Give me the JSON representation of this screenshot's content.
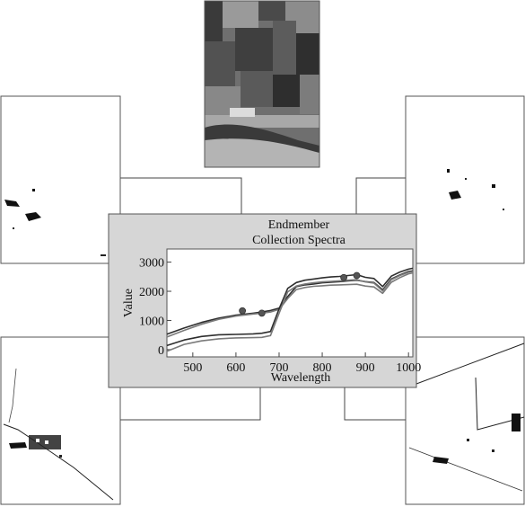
{
  "figure": {
    "title_line1": "Endmember",
    "title_line2": "Collection Spectra"
  },
  "colors": {
    "plot_panel_bg": "#d6d6d6",
    "curve_dark": "#2e2e2e",
    "curve_gray": "#7a7a7a",
    "marker": "#555555",
    "leader_line": "#444444"
  },
  "chart_data": {
    "type": "line",
    "title": "Endmember Collection Spectra",
    "xlabel": "Wavelength",
    "ylabel": "Value",
    "xlim": [
      440,
      1010
    ],
    "ylim": [
      -250,
      3450
    ],
    "x_ticks": [
      500,
      600,
      700,
      800,
      900,
      1000
    ],
    "y_ticks": [
      0,
      1000,
      2000,
      3000
    ],
    "grid": false,
    "series": [
      {
        "color": "#2e2e2e",
        "x": [
          440,
          480,
          520,
          560,
          600,
          640,
          660,
          680,
          700,
          720,
          740,
          760,
          780,
          800,
          820,
          840,
          860,
          880,
          900,
          920,
          940,
          960,
          980,
          1000,
          1010
        ],
        "values": [
          530,
          740,
          930,
          1080,
          1180,
          1250,
          1290,
          1340,
          1420,
          1820,
          2160,
          2220,
          2250,
          2290,
          2310,
          2330,
          2360,
          2380,
          2330,
          2300,
          2050,
          2420,
          2560,
          2680,
          2700
        ]
      },
      {
        "color": "#7a7a7a",
        "x": [
          440,
          480,
          520,
          560,
          600,
          640,
          660,
          680,
          700,
          720,
          740,
          760,
          780,
          800,
          820,
          840,
          860,
          880,
          900,
          920,
          940,
          960,
          980,
          1000,
          1010
        ],
        "values": [
          430,
          660,
          870,
          1040,
          1150,
          1220,
          1250,
          1290,
          1380,
          1750,
          2060,
          2130,
          2170,
          2190,
          2210,
          2220,
          2230,
          2240,
          2180,
          2150,
          1930,
          2310,
          2470,
          2600,
          2630
        ]
      },
      {
        "color": "#2e2e2e",
        "x": [
          440,
          480,
          520,
          560,
          600,
          640,
          660,
          680,
          700,
          720,
          740,
          760,
          780,
          800,
          820,
          840,
          860,
          880,
          900,
          920,
          940,
          960,
          980,
          1000,
          1010
        ],
        "values": [
          140,
          330,
          450,
          510,
          520,
          540,
          560,
          620,
          1400,
          2100,
          2300,
          2380,
          2420,
          2460,
          2490,
          2510,
          2540,
          2570,
          2480,
          2440,
          2160,
          2520,
          2660,
          2760,
          2790
        ]
      },
      {
        "color": "#7a7a7a",
        "x": [
          440,
          480,
          520,
          560,
          600,
          640,
          660,
          680,
          700,
          720,
          740,
          760,
          780,
          800,
          820,
          840,
          860,
          880,
          900,
          920,
          940,
          960,
          980,
          1000,
          1010
        ],
        "values": [
          -60,
          180,
          300,
          370,
          400,
          410,
          420,
          480,
          1250,
          1980,
          2180,
          2250,
          2290,
          2320,
          2340,
          2360,
          2380,
          2400,
          2320,
          2280,
          2010,
          2400,
          2540,
          2650,
          2680
        ]
      }
    ],
    "markers": [
      {
        "x": 615,
        "y": 1330
      },
      {
        "x": 660,
        "y": 1250
      },
      {
        "x": 850,
        "y": 2470
      },
      {
        "x": 880,
        "y": 2540
      }
    ]
  }
}
